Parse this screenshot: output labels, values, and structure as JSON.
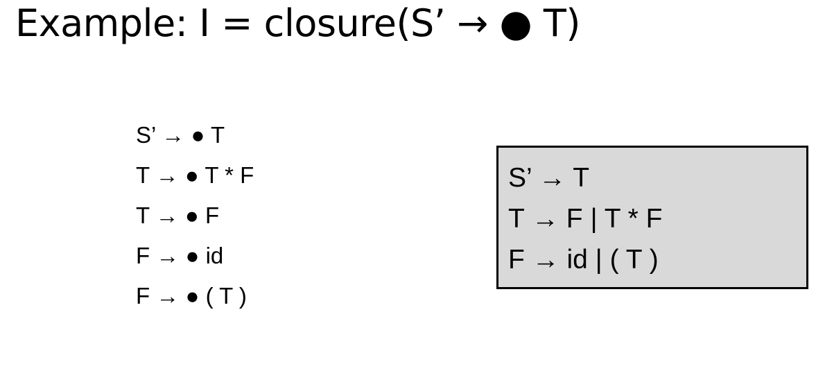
{
  "slide": {
    "title": "Example: I = closure(S’ → ● T)",
    "items": [
      "S’ → ● T",
      "T → ● T * F",
      "T → ● F",
      "F → ● id",
      "F → ● ( T )"
    ],
    "grammar": [
      "S’ → T",
      "T → F | T * F",
      "F → id | ( T )"
    ]
  }
}
